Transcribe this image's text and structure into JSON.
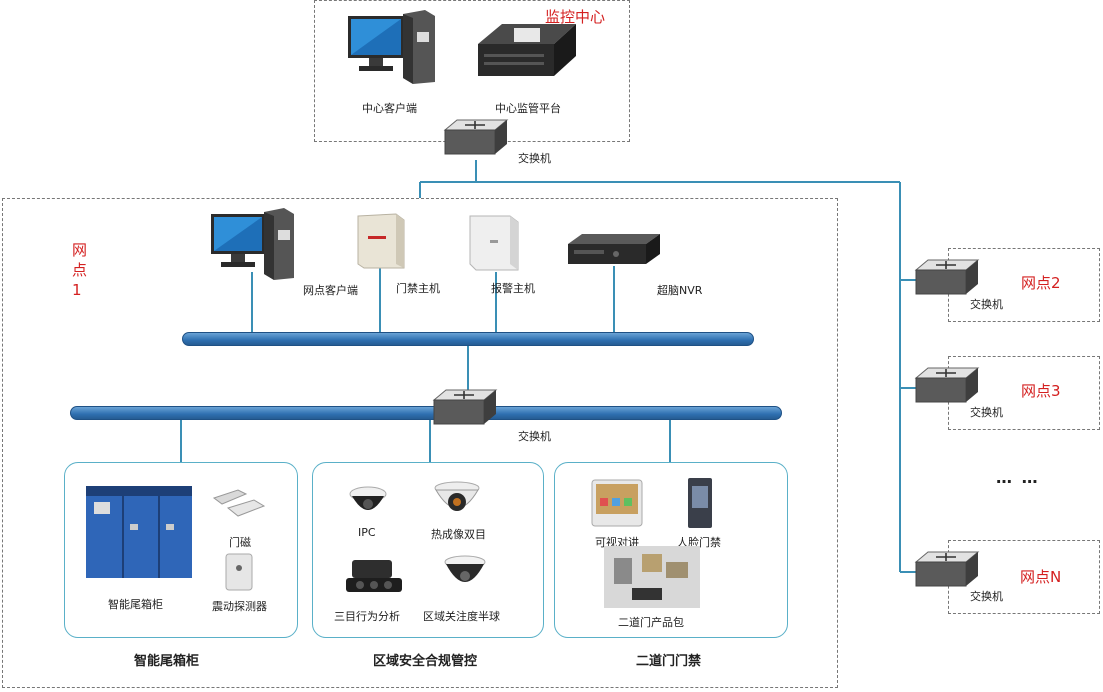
{
  "monitor_center": {
    "title": "监控中心",
    "client_label": "中心客户端",
    "platform_label": "中心监管平台",
    "switch_label": "交换机"
  },
  "site1": {
    "title": "网点\n1",
    "title_lines": [
      "网",
      "点",
      "1"
    ],
    "client_label": "网点客户端",
    "access_host_label": "门禁主机",
    "alarm_host_label": "报警主机",
    "nvr_label": "超脑NVR",
    "switch_label": "交换机",
    "groups": {
      "cabinet": {
        "title": "智能尾箱柜",
        "cabinet_label": "智能尾箱柜",
        "magnet_label": "门磁",
        "vibration_label": "震动探测器"
      },
      "security": {
        "title": "区域安全合规管控",
        "ipc_label": "IPC",
        "thermal_label": "热成像双目",
        "trinocular_label": "三目行为分析",
        "dome_label": "区域关注度半球"
      },
      "door": {
        "title": "二道门门禁",
        "intercom_label": "可视对讲",
        "face_label": "人脸门禁",
        "kit_label": "二道门产品包"
      }
    }
  },
  "branches": [
    {
      "title": "网点2",
      "switch_label": "交换机"
    },
    {
      "title": "网点3",
      "switch_label": "交换机"
    },
    {
      "title": "网点N",
      "switch_label": "交换机"
    }
  ],
  "ellipsis": "… …",
  "colors": {
    "line": "#3a8fb5",
    "accent_red": "#d42020",
    "group_border": "#5ab0c8"
  }
}
